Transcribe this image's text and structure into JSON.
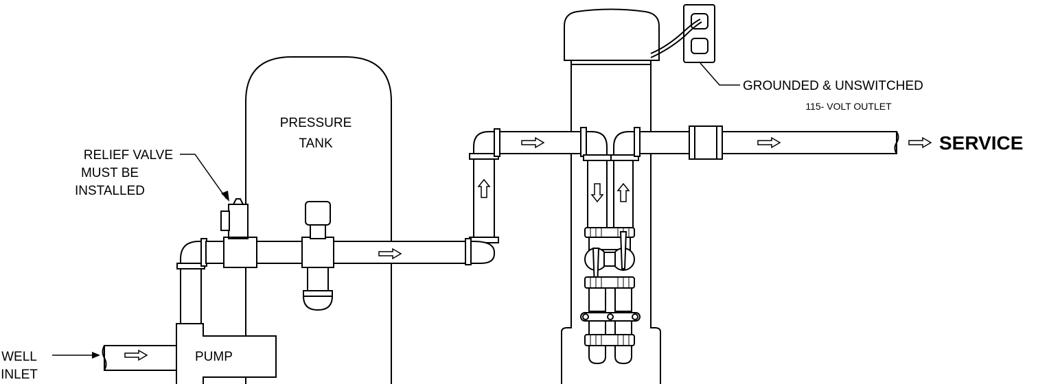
{
  "labels": {
    "relief_valve": [
      "RELIEF VALVE",
      "MUST BE",
      "INSTALLED"
    ],
    "pressure_tank": [
      "PRESSURE",
      "TANK"
    ],
    "pump": "PUMP",
    "well_inlet": [
      "WELL",
      "INLET"
    ],
    "outlet": "GROUNDED & UNSWITCHED",
    "outlet_voltage": "115- VOLT OUTLET",
    "service": "SERVICE"
  },
  "colors": {
    "line": "#000000",
    "background": "#ffffff"
  },
  "icons": {
    "flow_arrow": "hollow-arrow-icon",
    "outlet": "wall-outlet-icon"
  }
}
